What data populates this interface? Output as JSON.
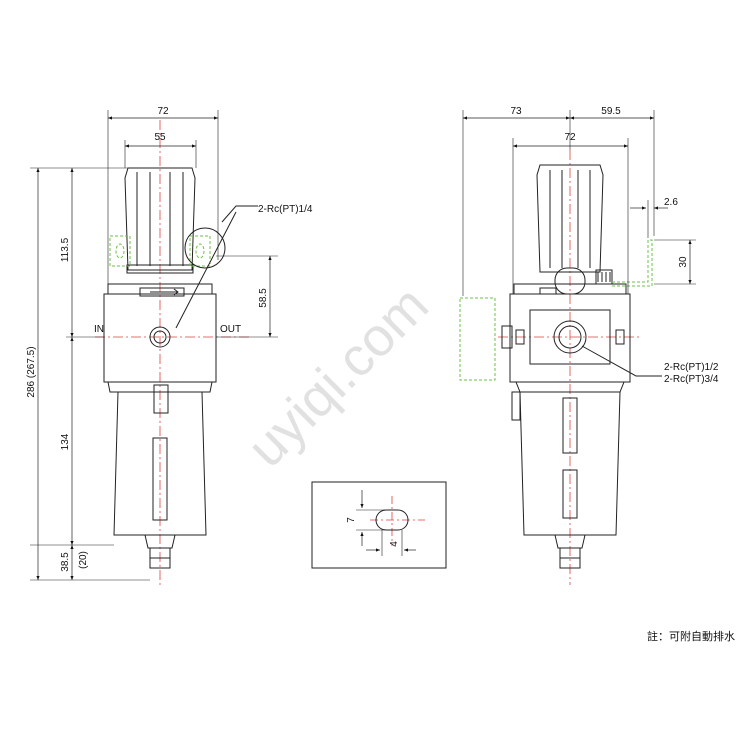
{
  "dimensions": {
    "front_width_overall": "72",
    "front_width_body": "55",
    "front_upper_height": "113.5",
    "front_lower_height": "134",
    "front_total_height": "286 (267.5)",
    "front_drain_height": "38.5",
    "front_drain_sub": "(20)",
    "front_gauge_port_height": "58.5",
    "side_left_width": "73",
    "side_right_width": "59.5",
    "side_body_width": "72",
    "side_bracket_thickness": "2.6",
    "side_bracket_height": "30",
    "slot_height": "7",
    "slot_width": "4"
  },
  "labels": {
    "gauge_port": "2-Rc(PT)1/4",
    "inlet": "IN",
    "outlet": "OUT",
    "main_port_1": "2-Rc(PT)1/2",
    "main_port_2": "2-Rc(PT)3/4"
  },
  "note": "註：可附自動排水",
  "watermark": "uyiqi.com",
  "colors": {
    "line": "#222222",
    "center_line": "#e04040",
    "bracket": "#6cc04a"
  }
}
